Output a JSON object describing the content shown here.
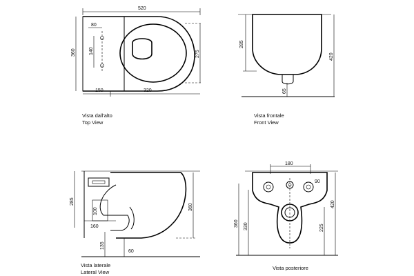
{
  "top_view": {
    "caption_it": "Vista dall'alto",
    "caption_en": "Top View",
    "dims": {
      "width": "520",
      "height": "360",
      "offset_80": "80",
      "offset_140": "140",
      "inner_275": "275",
      "rear_150": "150",
      "base_320": "320"
    }
  },
  "front_view": {
    "caption_it": "Vista frontale",
    "caption_en": "Front View",
    "dims": {
      "h285": "285",
      "h420": "420",
      "h65": "65"
    }
  },
  "lateral_view": {
    "caption_it": "Vista laterale",
    "caption_en": "Lateral View",
    "dims": {
      "h285": "285",
      "h100": "100",
      "w160": "160",
      "h360": "360",
      "h135": "135",
      "w60": "60"
    }
  },
  "rear_view": {
    "caption_it": "Vista posteriore",
    "dims": {
      "w180": "180",
      "d90": "90",
      "h420": "420",
      "h360": "360",
      "h330": "330",
      "h225": "225"
    }
  }
}
